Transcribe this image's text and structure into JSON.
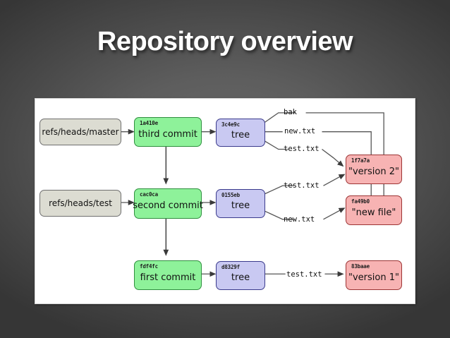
{
  "slide": {
    "title": "Repository overview",
    "background_color": "#5d5d5d",
    "title_color": "#ffffff"
  },
  "diagram": {
    "panel_background": "#ffffff",
    "colors": {
      "ref": "#dcdcd2",
      "commit": "#8ef29a",
      "tree": "#c9c9f2",
      "blob": "#f7b3b3"
    },
    "refs": [
      {
        "label": "refs/heads/master"
      },
      {
        "label": "refs/heads/test"
      }
    ],
    "commits": [
      {
        "hash": "1a410e",
        "label": "third commit"
      },
      {
        "hash": "cac0ca",
        "label": "second commit"
      },
      {
        "hash": "fdf4fc",
        "label": "first commit"
      }
    ],
    "trees": [
      {
        "hash": "3c4e9c",
        "label": "tree"
      },
      {
        "hash": "0155eb",
        "label": "tree"
      },
      {
        "hash": "d8329f",
        "label": "tree"
      }
    ],
    "blobs": [
      {
        "hash": "1f7a7a",
        "label": "\"version 2\""
      },
      {
        "hash": "fa49b0",
        "label": "\"new file\""
      },
      {
        "hash": "83baae",
        "label": "\"version 1\""
      }
    ],
    "edge_labels": [
      {
        "text": "bak"
      },
      {
        "text": "new.txt"
      },
      {
        "text": "test.txt"
      },
      {
        "text": "test.txt"
      },
      {
        "text": "new.txt"
      },
      {
        "text": "test.txt"
      }
    ]
  }
}
